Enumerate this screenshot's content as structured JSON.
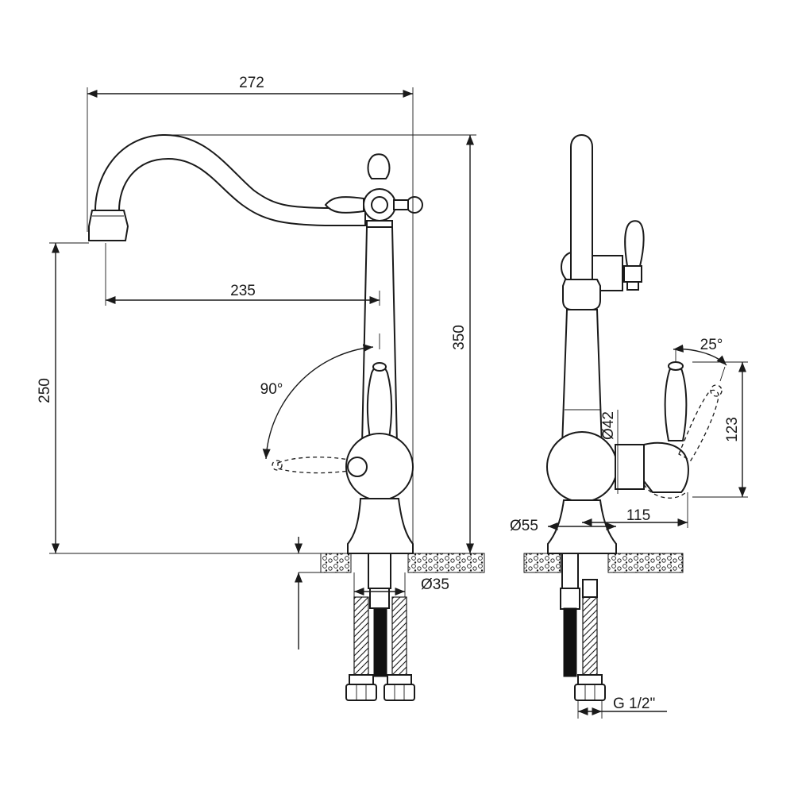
{
  "dimensions": {
    "spout_width": "272",
    "spout_reach": "235",
    "total_height": "350",
    "spout_height": "250",
    "handle_rotation": "90°",
    "handle_tilt": "25°",
    "handle_height": "123",
    "body_diameter": "Ø42",
    "base_diameter": "Ø55",
    "handle_reach": "115",
    "hole_diameter": "Ø35",
    "connection_thread": "G 1/2\""
  }
}
